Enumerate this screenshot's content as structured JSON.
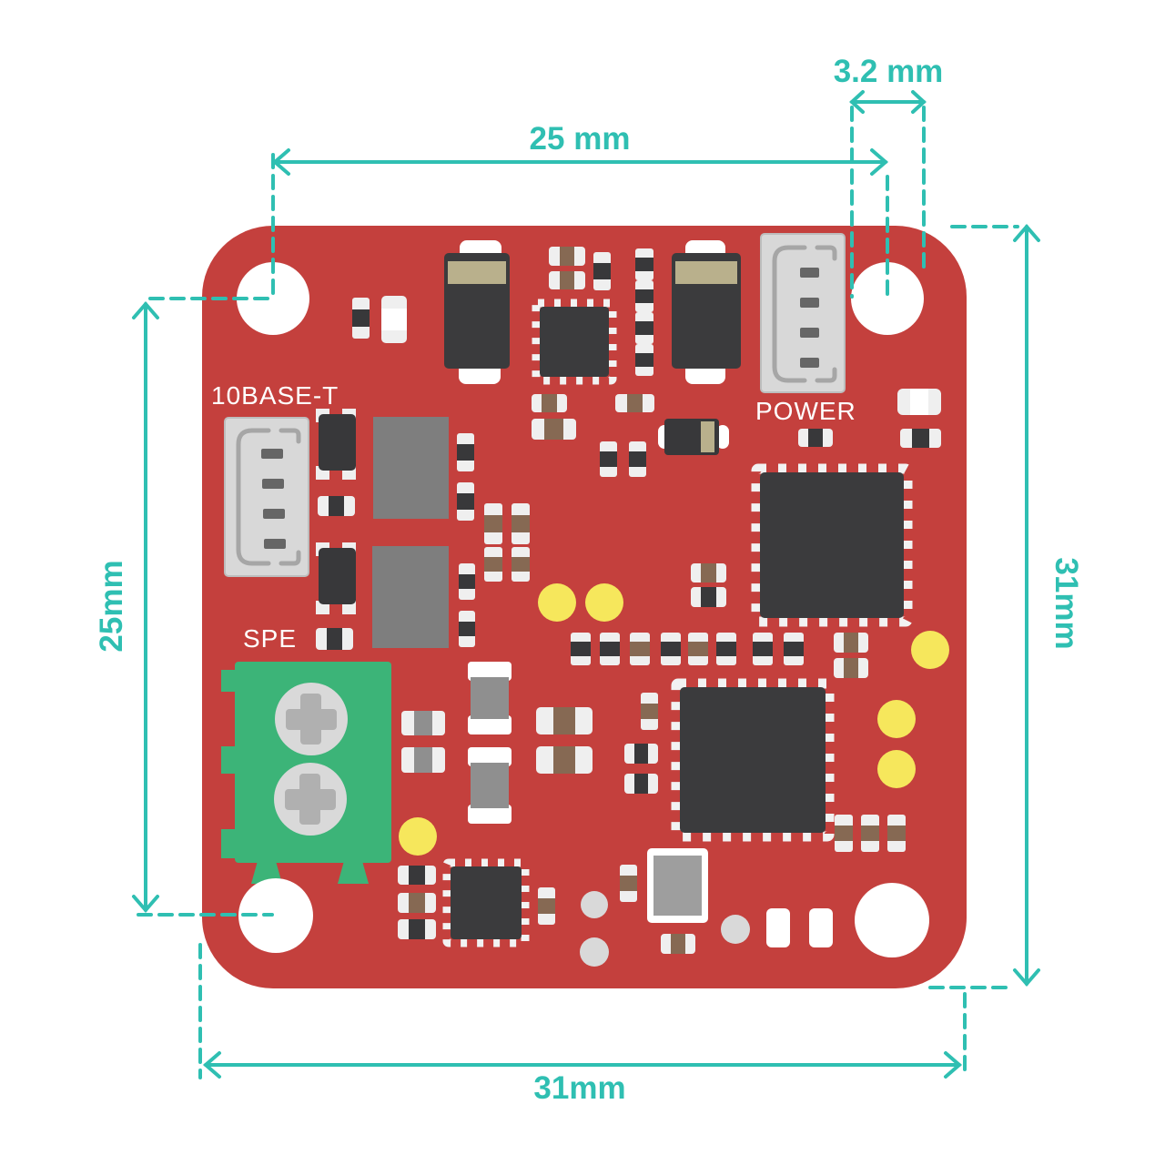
{
  "diagram": {
    "dimensions": {
      "top_width": "25 mm",
      "hole_offset": "3.2 mm",
      "right_height": "31mm",
      "left_height": "25mm",
      "bottom_width": "31mm"
    },
    "board_labels": {
      "ethernet": "10BASE-T",
      "power": "POWER",
      "spe": "SPE"
    }
  },
  "colors": {
    "background": "#FFFFFF",
    "board": "#C4403D",
    "accent": "#2FBFB2",
    "white": "#FFFFFF",
    "pad_white": "#EFEFEF",
    "component_dark": "#38383A",
    "ic_dark": "#3B3B3D",
    "transformer_gray": "#7E7E7E",
    "cap_gray": "#8F8F8F",
    "crystal_gray": "#9E9E9E",
    "connector_light": "#D8D8D8",
    "connector_border": "#BDBDBD",
    "bracket_gray": "#A6A6A6",
    "pin_gray": "#666666",
    "stripe_tan": "#B9B08C",
    "resistor_brown": "#866953",
    "terminal_green": "#3CB478",
    "led_yellow": "#F6E75C",
    "screw_gray": "#D9D9D9",
    "screw_cross": "#B0B0B0"
  }
}
